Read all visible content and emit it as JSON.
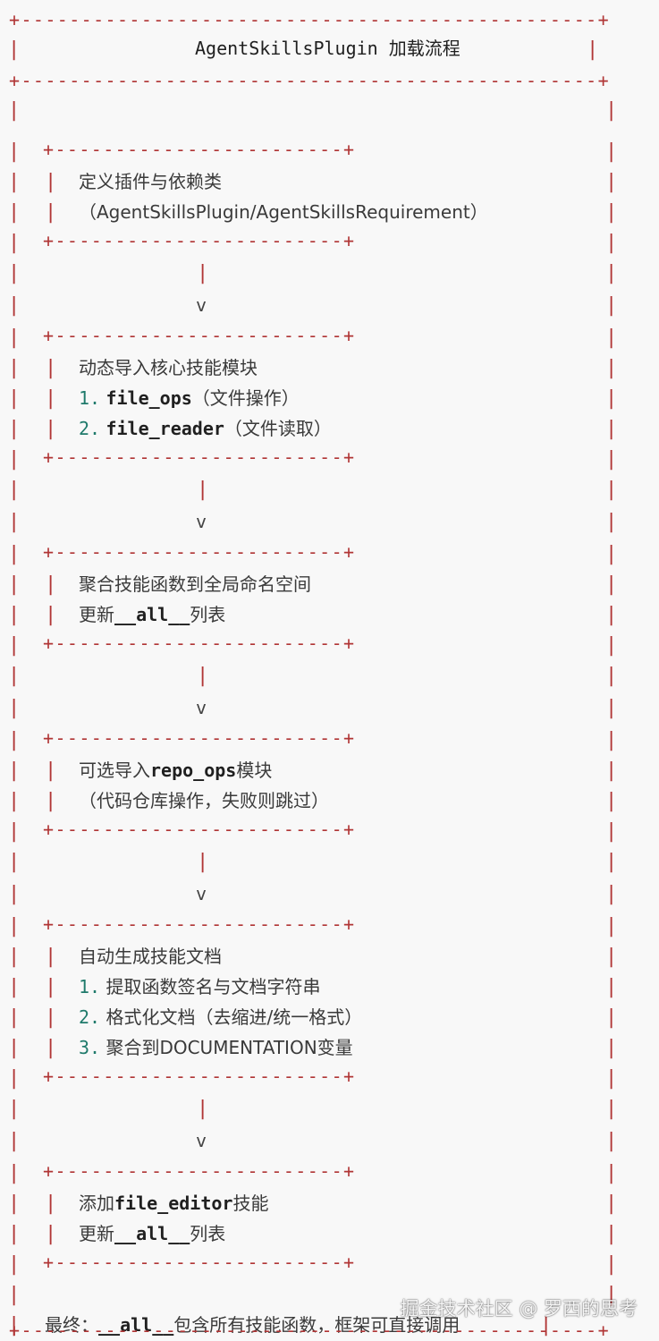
{
  "title": "AgentSkillsPlugin 加载流程",
  "steps": [
    {
      "lines": [
        {
          "text": "定义插件与依赖类"
        },
        {
          "text": "（AgentSkillsPlugin/AgentSkillsRequirement）"
        }
      ]
    },
    {
      "lines": [
        {
          "text": "动态导入核心技能模块"
        },
        {
          "num": "1.",
          "code": "file_ops",
          "text": "（文件操作）"
        },
        {
          "num": "2.",
          "code": "file_reader",
          "text": "（文件读取）"
        }
      ]
    },
    {
      "lines": [
        {
          "text": "聚合技能函数到全局命名空间"
        },
        {
          "text1": "更新",
          "code": "__all__",
          "text2": "列表"
        }
      ]
    },
    {
      "lines": [
        {
          "text1": "可选导入",
          "code": "repo_ops",
          "text2": "模块"
        },
        {
          "text": "（代码仓库操作，失败则跳过）"
        }
      ]
    },
    {
      "lines": [
        {
          "text": "自动生成技能文档"
        },
        {
          "num": "1.",
          "text": "提取函数签名与文档字符串"
        },
        {
          "num": "2.",
          "text": "格式化文档（去缩进/统一格式）"
        },
        {
          "num": "3.",
          "text": "聚合到DOCUMENTATION变量"
        }
      ]
    },
    {
      "lines": [
        {
          "text1": "添加",
          "code": "file_editor",
          "text2": "技能"
        },
        {
          "text1": "更新",
          "code": "__all__",
          "text2": "列表"
        }
      ]
    }
  ],
  "arrow": {
    "stem": "|",
    "head": "v"
  },
  "final": {
    "text1": "最终：",
    "code": "__all__",
    "text2": "包含所有技能函数，框架可直接调用"
  },
  "watermark": "掘金技术社区 @ 罗西的思考",
  "colors": {
    "border": "#b03535",
    "number": "#1f7a6b",
    "text": "#3a3a3a"
  }
}
